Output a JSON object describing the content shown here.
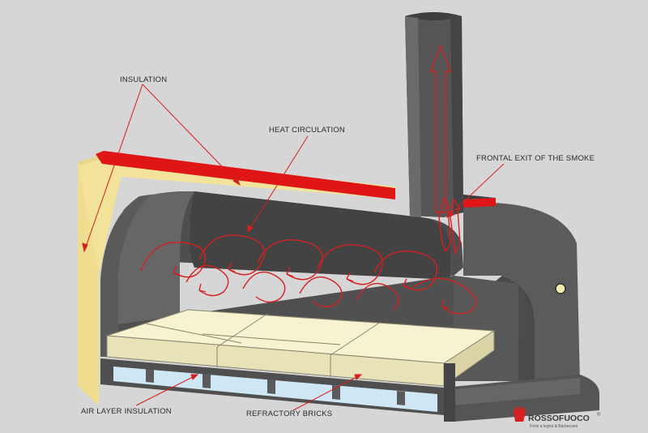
{
  "labels": {
    "insulation": "INSULATION",
    "heat_circulation": "HEAT CIRCULATION",
    "frontal_exit": "FRONTAL EXIT OF THE SMOKE",
    "air_layer": "AIR LAYER INSULATION",
    "refractory": "REFRACTORY BRICKS"
  },
  "logo": {
    "brand": "ROSSOFUOCO",
    "registered": "®",
    "tagline": "Forni a legna & Barbecues"
  },
  "colors": {
    "background": "#d6d6d6",
    "oven_dark": "#4a4a4a",
    "oven_mid": "#5c5c5c",
    "oven_light": "#6e6e6e",
    "insulation": "#f3e39a",
    "insulation_top": "#e01515",
    "bricks": "#f7f2cf",
    "air_layer": "#cfe6f5",
    "arrow_red": "#d42020"
  },
  "swirl_count": 7
}
